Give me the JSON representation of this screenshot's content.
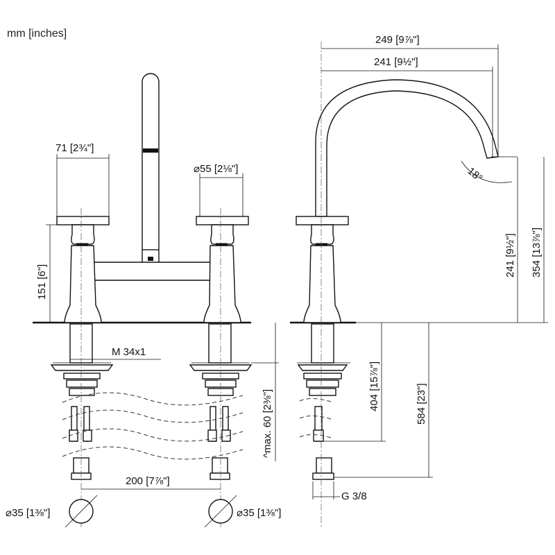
{
  "units_label": "mm [inches]",
  "dimensions": {
    "width_total": "249 [9⅞\"]",
    "width_spout": "241 [9½\"]",
    "handle_width": "71 [2¾\"]",
    "rosette_diameter": "⌀55 [2⅛\"]",
    "height_body": "151 [6\"]",
    "thread": "M 34x1",
    "max_deck": "^max. 60 [2⅜\"]",
    "centers": "200 [7⅞\"]",
    "hole_left": "⌀35 [1⅜\"]",
    "hole_right": "⌀35 [1⅜\"]",
    "angle": "18°",
    "spout_height": "241 [9½\"]",
    "total_height": "354 [13⅞\"]",
    "below_deck": "404 [15⅞\"]",
    "hose_length": "584 [23\"]",
    "connection": "G 3/8"
  }
}
